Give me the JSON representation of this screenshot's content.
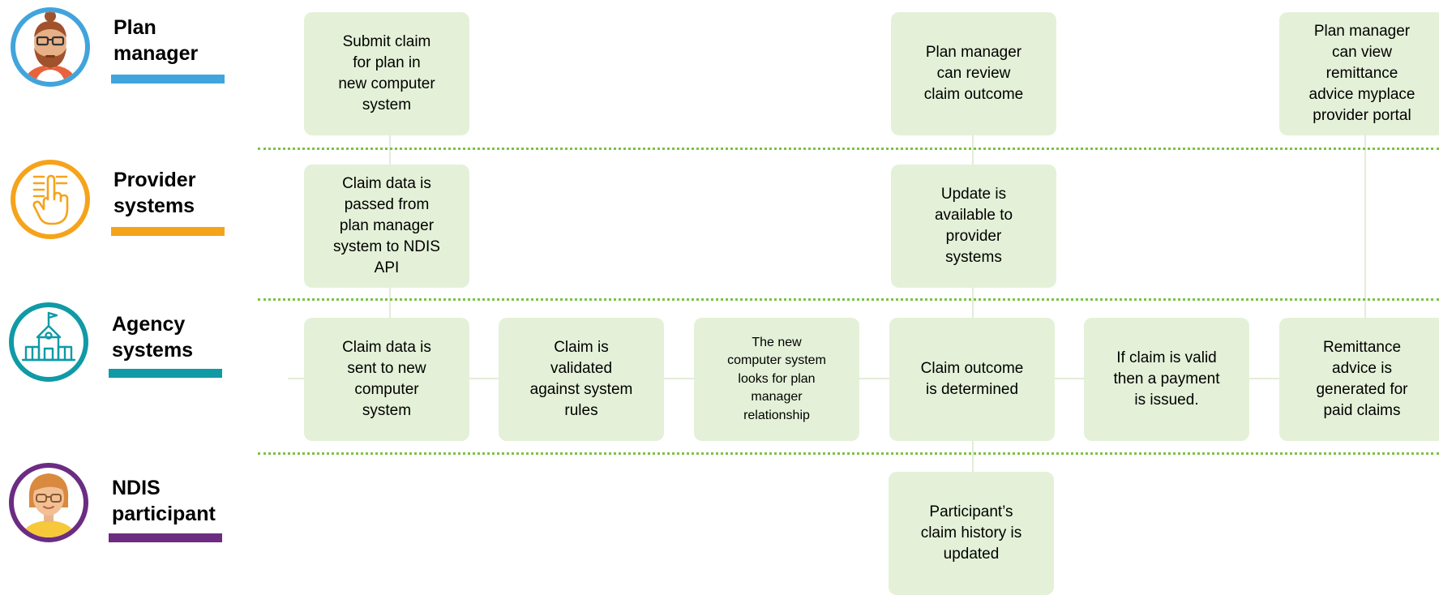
{
  "lanes": [
    {
      "id": "plan-manager",
      "label": "Plan\nmanager",
      "color": "#41a4dc",
      "avatar": "plan-manager-avatar-icon"
    },
    {
      "id": "provider-systems",
      "label": "Provider\nsystems",
      "color": "#f6a31c",
      "avatar": "hand-pointer-icon"
    },
    {
      "id": "agency-systems",
      "label": "Agency\nsystems",
      "color": "#0f9aa6",
      "avatar": "school-building-icon"
    },
    {
      "id": "ndis-participant",
      "label": "NDIS\nparticipant",
      "color": "#6b2c82",
      "avatar": "participant-avatar-icon"
    }
  ],
  "cards": {
    "submit_claim": "Submit claim\nfor plan in\nnew computer\nsystem",
    "pm_review": "Plan manager\ncan review\nclaim outcome",
    "pm_view_remittance": "Plan manager\ncan view\nremittance\nadvice myplace\nprovider portal",
    "claim_passed": "Claim data is\npassed from\nplan manager\nsystem to NDIS\nAPI",
    "update_available": "Update is\navailable to\nprovider\nsystems",
    "claim_sent": "Claim data is\nsent to new\ncomputer\nsystem",
    "claim_validated": "Claim is\nvalidated\nagainst system\nrules",
    "looks_for_relationship": "The new\ncomputer system\nlooks for plan\nmanager\nrelationship",
    "outcome_determined": "Claim outcome\nis determined",
    "payment_issued": "If claim is valid\nthen a payment\nis issued.",
    "remittance_generated": "Remittance\nadvice is\ngenerated for\npaid claims",
    "history_updated": "Participant’s\nclaim history is\nupdated"
  },
  "colors": {
    "card_fill": "#e4f1d8",
    "connector": "#e3ecd9",
    "divider": "#7cc242"
  }
}
